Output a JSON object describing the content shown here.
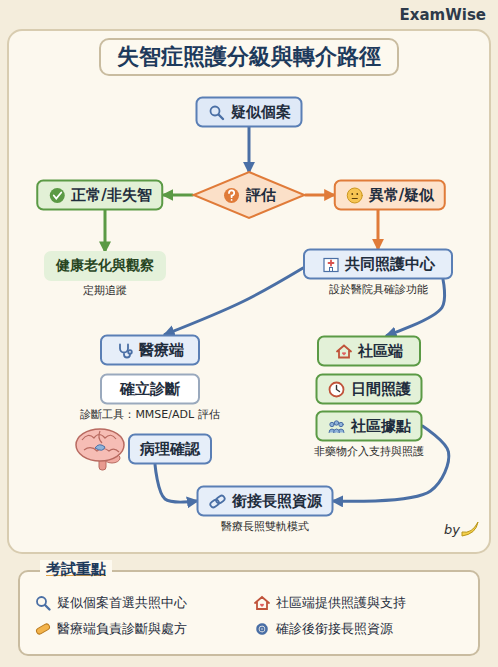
{
  "diagram": {
    "title": "失智症照護分級與轉介路徑",
    "nodes": [
      {
        "text": [
          "疑似個案"
        ]
      },
      {
        "text": [
          "評估"
        ]
      },
      {
        "text": [
          "正常/非失智"
        ]
      },
      {
        "text": [
          "異常/疑似"
        ]
      },
      {
        "text": [
          "健康老化與觀察",
          "定期追蹤"
        ]
      },
      {
        "text": [
          "共同照護中心",
          "設於醫院具確診功能"
        ]
      },
      {
        "text": [
          "醫療端"
        ]
      },
      {
        "text": [
          "確立診斷",
          "診斷工具：MMSE/ADL 評估"
        ]
      },
      {
        "text": [
          "病理確認"
        ]
      },
      {
        "text": [
          "社區端"
        ]
      },
      {
        "text": [
          "日間照護"
        ]
      },
      {
        "text": [
          "社區據點",
          "非藥物介入支持與照護"
        ]
      },
      {
        "text": [
          "銜接長照資源",
          "醫療長照雙軌模式"
        ]
      },
      {
        "text": [
          "考試重點",
          "疑似個案首選共照中心",
          "社區端提供照護與支持",
          "醫療端負責診斷與處方",
          "確診後銜接長照資源"
        ]
      }
    ],
    "edges": [
      {
        "from": 0,
        "to": 1,
        "arrow": "to"
      },
      {
        "from": 1,
        "to": 2,
        "arrow": "to"
      },
      {
        "from": 1,
        "to": 3,
        "arrow": "to"
      },
      {
        "from": 2,
        "to": 4,
        "arrow": "to"
      },
      {
        "from": 3,
        "to": 5,
        "arrow": "to"
      },
      {
        "from": 5,
        "to": 6,
        "arrow": "to"
      },
      {
        "from": 5,
        "to": 9,
        "arrow": "to"
      },
      {
        "from": 8,
        "to": 12,
        "arrow": "to"
      },
      {
        "from": 11,
        "to": 12,
        "arrow": "to"
      }
    ],
    "labels": [
      "ExamWise",
      "by"
    ]
  }
}
